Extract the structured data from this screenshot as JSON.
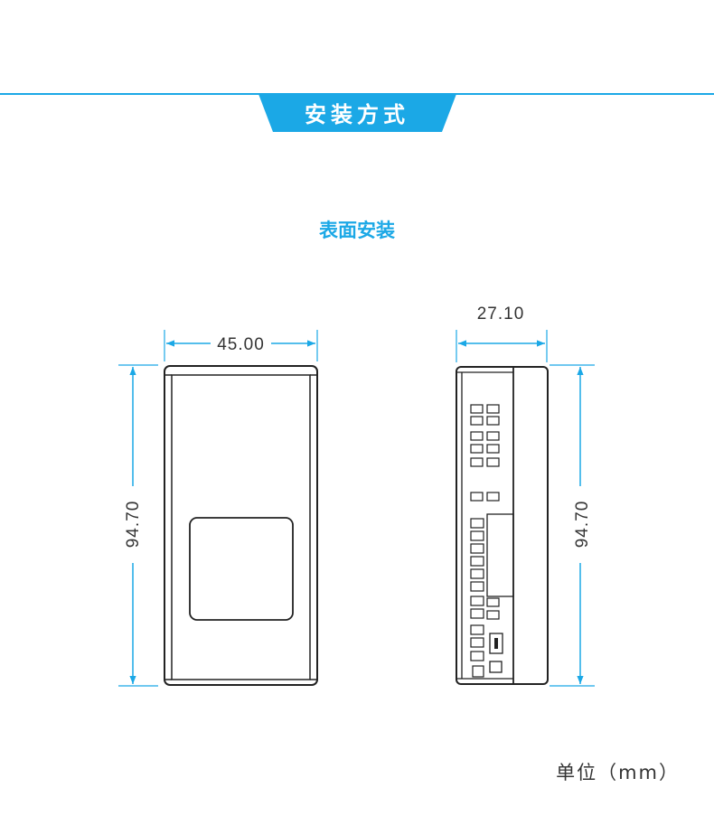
{
  "header": {
    "title": "安装方式",
    "accent_color": "#1ba8e6"
  },
  "section": {
    "subtitle": "表面安装"
  },
  "front_view": {
    "width_label": "45.00",
    "height_label": "94.70"
  },
  "side_view": {
    "depth_label": "27.10",
    "height_label": "94.70"
  },
  "footer": {
    "unit_label": "单位（mm）"
  }
}
